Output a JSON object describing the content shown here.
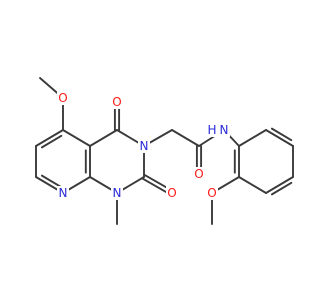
{
  "molecule": {
    "atoms": {
      "o_methoxy_left": "O",
      "o_carbonyl_c4": "O",
      "o_carbonyl_c2": "O",
      "n3_ring": "N",
      "n1_ring": "N",
      "n8_pyridine": "N",
      "n_amide": "N",
      "h_amide": "H",
      "o_amide": "O",
      "o_methoxy_right": "O"
    },
    "colors": {
      "oxygen": "#ff1a1a",
      "nitrogen": "#2a2ad6",
      "carbon_bond": "#3a3a3a"
    }
  }
}
